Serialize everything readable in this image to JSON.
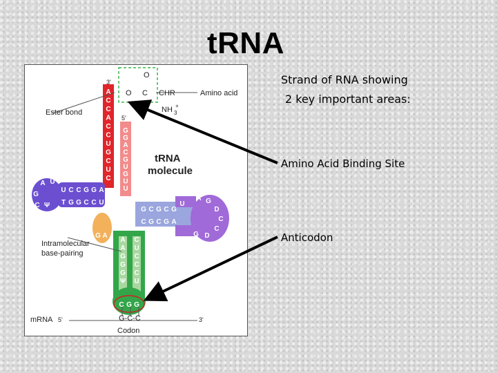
{
  "title": "tRNA",
  "notes": {
    "line1": "Strand of RNA showing",
    "line2": "2 key important areas:",
    "binding_site": "Amino Acid Binding Site",
    "anticodon": "Anticodon"
  },
  "figure": {
    "molecule_label_1": "tRNA",
    "molecule_label_2": "molecule",
    "ester_bond": "Ester bond",
    "amino_acid": "Amino acid",
    "chr": "CHR",
    "o_top": "O",
    "o_link": "O",
    "c_link": "C",
    "nh3": "NH",
    "nh3_sub": "3",
    "nh3_sup": "+",
    "three_prime": "3'",
    "five_prime": "5'",
    "intramolecular_1": "Intramolecular",
    "intramolecular_2": "base-pairing",
    "mrna": "mRNA",
    "mrna_5": "5'",
    "mrna_3": "3'",
    "codon": "G-C-C",
    "codon_label": "Codon",
    "acceptor_3_strand": [
      "A",
      "C",
      "C",
      "A",
      "C",
      "C",
      "U",
      "G",
      "C",
      "U",
      "C"
    ],
    "acceptor_5_strand": [
      "G",
      "G",
      "A",
      "C",
      "G",
      "U",
      "G",
      "U",
      "U"
    ],
    "d_arm_top": [
      "U",
      "C",
      "C",
      "G",
      "G",
      "A"
    ],
    "d_arm_bottom": [
      "T",
      "G",
      "G",
      "C",
      "C",
      "U"
    ],
    "d_loop": [
      "A",
      "U",
      "G",
      "C",
      "Ψ"
    ],
    "t_arm_top": [
      "G",
      "C",
      "G",
      "C",
      "G"
    ],
    "t_arm_bottom": [
      "C",
      "G",
      "C",
      "G",
      "A"
    ],
    "t_loop": [
      "U",
      "A",
      "G",
      "D",
      "C",
      "C",
      "D",
      "G"
    ],
    "anticodon_left": [
      "A",
      "A",
      "G",
      "G",
      "G",
      "Ψ"
    ],
    "anticodon_right": [
      "C",
      "U",
      "C",
      "C",
      "C",
      "U"
    ],
    "anticodon_bases": [
      "C",
      "G",
      "G"
    ],
    "variable": [
      "G",
      "A"
    ],
    "colors": {
      "acceptor": "#e0252b",
      "acceptor_5": "#f28b8b",
      "d_arm": "#6b4fd0",
      "t_arm": "#a06ad8",
      "stem_blue": "#9aa6dd",
      "anticodon": "#33a64a",
      "anticodon_light": "#a8d8a0",
      "variable": "#f2b15a"
    }
  }
}
